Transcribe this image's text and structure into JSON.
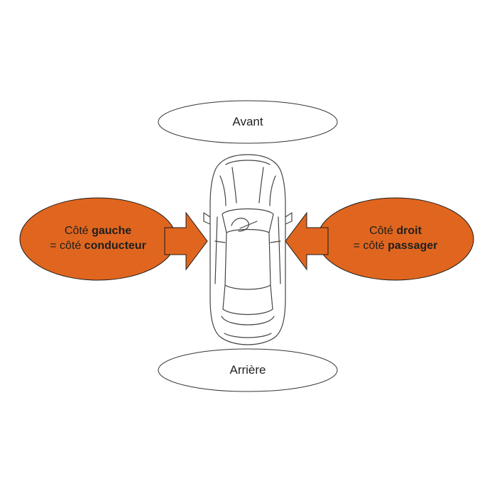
{
  "front": {
    "label": "Avant"
  },
  "rear": {
    "label": "Arrière"
  },
  "left_side": {
    "line1_prefix": "Côté ",
    "line1_bold": "gauche",
    "line2_prefix": "= côté ",
    "line2_bold": "conducteur"
  },
  "right_side": {
    "line1_prefix": "Côté ",
    "line1_bold": "droit",
    "line2_prefix": "= côté ",
    "line2_bold": "passager"
  },
  "colors": {
    "orange_fill": "#e0661f",
    "orange_stroke": "#1a1a1a",
    "oval_stroke": "#333333",
    "car_stroke": "#444444"
  }
}
